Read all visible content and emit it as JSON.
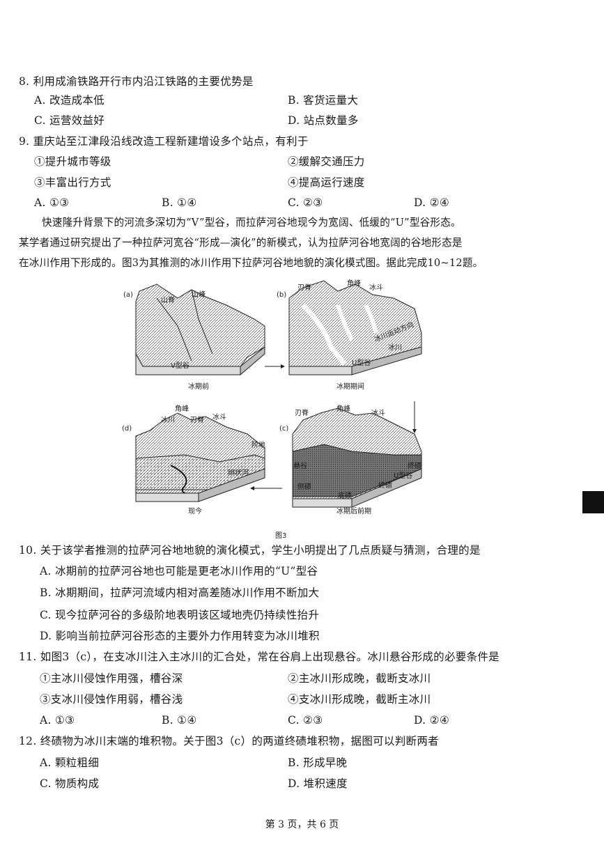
{
  "q8": {
    "stem": "8. 利用成渝铁路开行市内沿江铁路的主要优势是",
    "A": "A. 改造成本低",
    "B": "B. 客货运量大",
    "C": "C. 运营效益好",
    "D": "D. 站点数量多"
  },
  "q9": {
    "stem": "9. 重庆站至江津段沿线改造工程新建增设多个站点，有利于",
    "s1": "①提升城市等级",
    "s2": "②缓解交通压力",
    "s3": "③丰富出行方式",
    "s4": "④提高运行速度",
    "A": "A. ①③",
    "B": "B. ①④",
    "C": "C. ②③",
    "D": "D. ②④"
  },
  "passage": {
    "line1": "快速隆升背景下的河流多深切为“V”型谷，而拉萨河谷地现今为宽阔、低缓的“U”型谷形态。",
    "line2": "某学者通过研究提出了一种拉萨河宽谷“形成—演化”的新模式，认为拉萨河谷地宽阔的谷地形态是",
    "line3": "在冰川作用下形成的。图3为其推测的冰川作用下拉萨河谷地地貌的演化模式图。据此完成10~12题。"
  },
  "figure": {
    "caption": "图3",
    "panel_a": {
      "tag": "(a)",
      "stage": "冰期前",
      "labels": [
        "山脊",
        "山峰",
        "V型谷"
      ]
    },
    "panel_b": {
      "tag": "(b)",
      "stage": "冰期期间",
      "labels": [
        "刃脊",
        "角峰",
        "冰斗",
        "冰川运动方向",
        "冰川",
        "U型谷"
      ]
    },
    "panel_c": {
      "tag": "(c)",
      "stage": "冰期后前期",
      "labels": [
        "刃脊",
        "角峰",
        "冰斗",
        "悬谷",
        "终碛",
        "U型谷",
        "侧碛",
        "终碛",
        "底碛"
      ]
    },
    "panel_d": {
      "tag": "(d)",
      "stage": "现今",
      "labels": [
        "角峰",
        "冰川",
        "刃脊",
        "冰斗",
        "阶地",
        "辫状河"
      ]
    }
  },
  "q10": {
    "stem": "10. 关于该学者推测的拉萨河谷地地貌的演化模式，学生小明提出了几点质疑与猜测，合理的是",
    "A": "A. 冰期前的拉萨河谷地也可能是更老冰川作用的“U”型谷",
    "B": "B. 冰期期间，拉萨河流域内相对高差随冰川作用不断加大",
    "C": "C. 现今拉萨河谷的多级阶地表明该区域地壳仍持续性抬升",
    "D": "D. 影响当前拉萨河谷形态的主要外力作用转变为冰川堆积"
  },
  "q11": {
    "stem": "11. 如图3（c），在支冰川注入主冰川的汇合处，常在谷肩上出现悬谷。冰川悬谷形成的必要条件是",
    "s1": "①主冰川侵蚀作用强，槽谷深",
    "s2": "②主冰川形成晚，截断支冰川",
    "s3": "③支冰川侵蚀作用弱，槽谷浅",
    "s4": "④支冰川形成晚，截断主冰川",
    "A": "A. ①③",
    "B": "B. ①④",
    "C": "C. ②③",
    "D": "D. ②④"
  },
  "q12": {
    "stem": "12. 终碛物为冰川末端的堆积物。关于图3（c）的两道终碛堆积物，据图可以判断两者",
    "A": "A. 颗粒粗细",
    "B": "B. 形成早晚",
    "C": "C. 物质构成",
    "D": "D. 堆积速度"
  },
  "footer": "第 3 页，共 6 页"
}
